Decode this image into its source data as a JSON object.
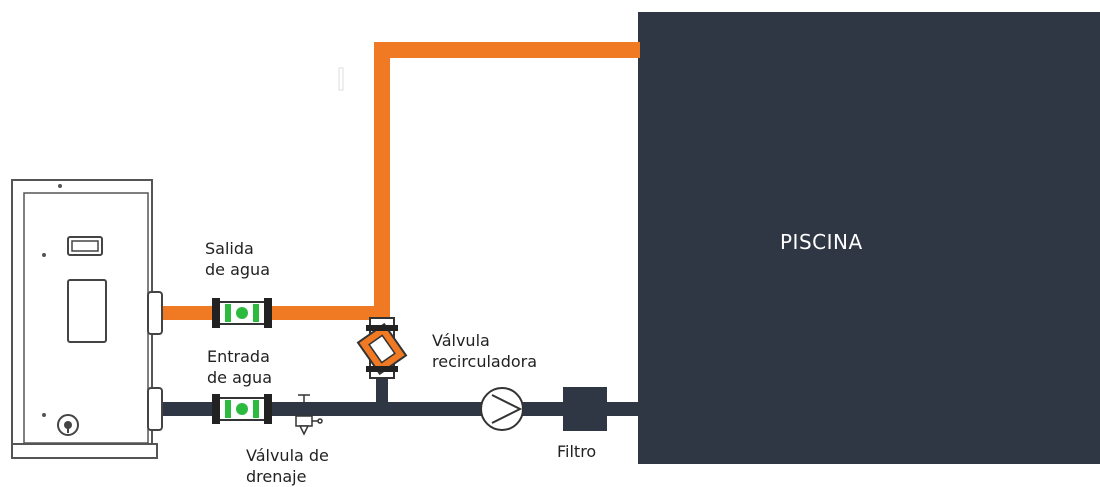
{
  "labels": {
    "pool": "PISCINA",
    "water_outlet": "Salida\nde agua",
    "water_inlet": "Entrada\nde agua",
    "recirculation_valve": "Válvula\nrecirculadora",
    "drain_valve": "Válvula de\ndrenaje",
    "filter": "Filtro"
  },
  "colors": {
    "hot_pipe": "#f07a24",
    "cold_pipe": "#2f3744",
    "pool": "#2f3744",
    "valve_indicator": "#2dbb3f",
    "heat_pump_outline": "#555555"
  }
}
